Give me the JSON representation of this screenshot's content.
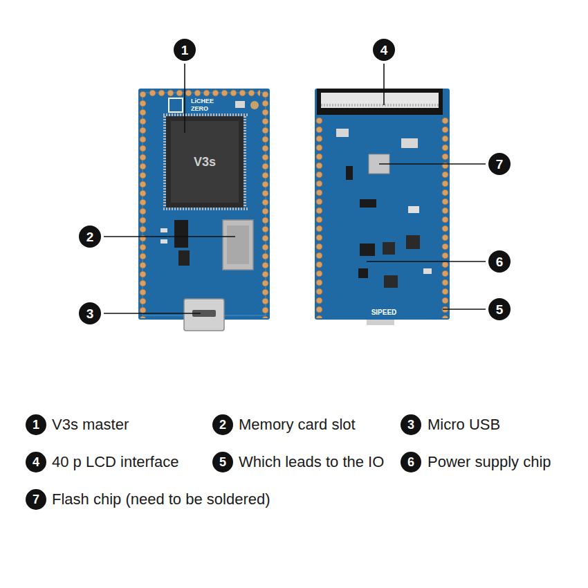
{
  "diagram": {
    "nodes": [
      {
        "text": [
          "1"
        ]
      },
      {
        "text": [
          "2"
        ]
      },
      {
        "text": [
          "3"
        ]
      },
      {
        "text": [
          "4"
        ]
      },
      {
        "text": [
          "5"
        ]
      },
      {
        "text": [
          "6"
        ]
      },
      {
        "text": [
          "7"
        ]
      },
      {
        "text": [
          "1"
        ]
      },
      {
        "text": [
          "2"
        ]
      },
      {
        "text": [
          "3"
        ]
      },
      {
        "text": [
          "4"
        ]
      },
      {
        "text": [
          "5"
        ]
      },
      {
        "text": [
          "6"
        ]
      },
      {
        "text": [
          "7"
        ]
      }
    ],
    "labels": [
      "V3s master",
      "Memory card slot",
      "Micro USB",
      "40 p LCD interface",
      "Which leads to the IO",
      "Power supply chip",
      "Flash chip (need to be soldered)",
      "LiCHEE",
      "ZERO",
      "V3s",
      "SIPEED"
    ]
  }
}
